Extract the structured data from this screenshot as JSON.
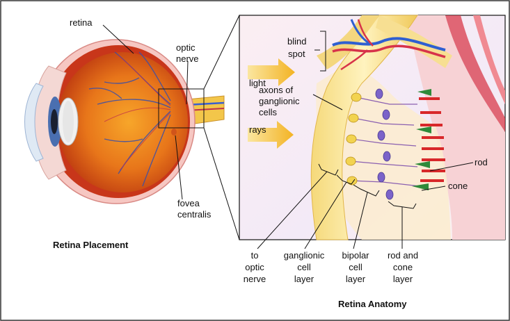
{
  "left_panel": {
    "labels": {
      "retina": "retina",
      "optic_nerve_1": "optic",
      "optic_nerve_2": "nerve",
      "fovea_1": "fovea",
      "fovea_2": "centralis"
    },
    "caption": "Retina Placement"
  },
  "right_panel": {
    "labels": {
      "blind_spot_1": "blind",
      "blind_spot_2": "spot",
      "light": "light",
      "rays": "rays",
      "axons_1": "axons of",
      "axons_2": "ganglionic",
      "axons_3": "cells",
      "rod": "rod",
      "cone": "cone"
    },
    "bottom_labels": [
      [
        "to",
        "optic",
        "nerve"
      ],
      [
        "ganglionic",
        "cell",
        "layer"
      ],
      [
        "bipolar",
        "cell",
        "layer"
      ],
      [
        "rod and",
        "cone",
        "layer"
      ]
    ],
    "caption": "Retina Anatomy"
  }
}
